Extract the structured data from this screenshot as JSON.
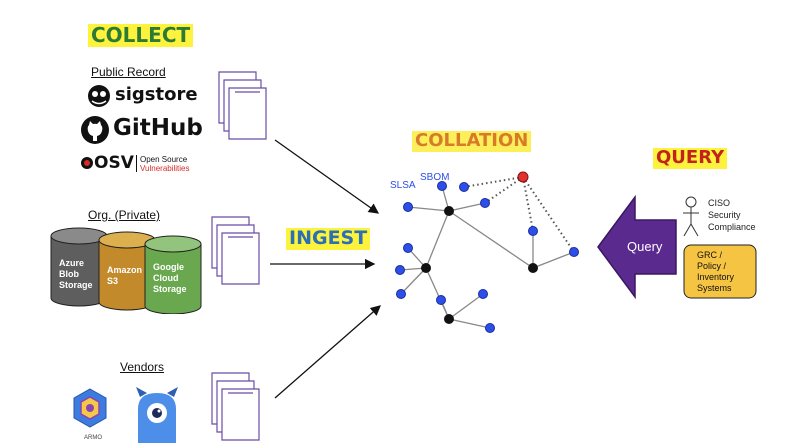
{
  "collect": {
    "title": "COLLECT"
  },
  "public_record": {
    "label": "Public Record",
    "sources": [
      {
        "name": "sigstore",
        "icon": "sigstore-icon"
      },
      {
        "name": "GitHub",
        "icon": "github-icon"
      },
      {
        "name": "OSV",
        "icon": "osv-icon",
        "tagline_1": "Open Source",
        "tagline_2": "Vulnerabilities"
      }
    ]
  },
  "org_private": {
    "label": "Org. (Private)",
    "storage": [
      {
        "line1": "Azure",
        "line2": "Blob",
        "line3": "Storage",
        "color": "#5e5e5e"
      },
      {
        "line1": "Amazon",
        "line2": "S3",
        "line3": "",
        "color": "#c28a2a"
      },
      {
        "line1": "Google",
        "line2": "Cloud",
        "line3": "Storage",
        "color": "#6aa84f"
      }
    ]
  },
  "vendors": {
    "label": "Vendors",
    "logo_caption": "ARMO"
  },
  "ingest": {
    "title": "INGEST"
  },
  "collation": {
    "title": "COLLATION",
    "node_labels": {
      "slsa": "SLSA",
      "sbom": "SBOM"
    }
  },
  "query": {
    "title": "QUERY",
    "arrow_label": "Query",
    "actor_line1": "CISO",
    "actor_line2": "Security",
    "actor_line3": "Compliance",
    "systems_line1": "GRC /",
    "systems_line2": "Policy /",
    "systems_line3": "Inventory",
    "systems_line4": "Systems",
    "arrow_color": "#5a2a8f",
    "systems_color": "#f6c443"
  }
}
